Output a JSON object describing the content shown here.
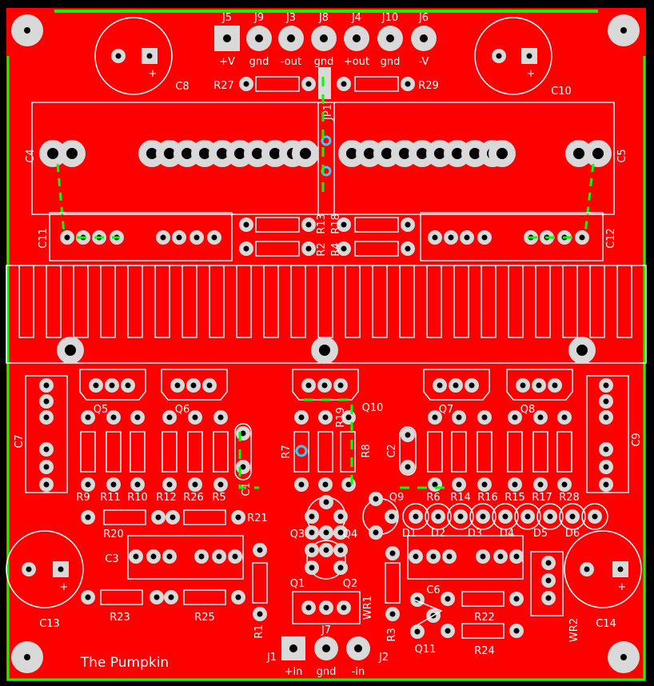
{
  "board": {
    "title": "The Pumpkin",
    "colors": {
      "copper": "#ff0000",
      "background": "#000000",
      "trace": "#00ff00",
      "silk": "#ffffff",
      "pad": "#d9d9d9",
      "via": "#33ccff"
    }
  },
  "connectors": [
    {
      "ref": "J5",
      "net": "+V"
    },
    {
      "ref": "J9",
      "net": "gnd"
    },
    {
      "ref": "J3",
      "net": "-out"
    },
    {
      "ref": "J8",
      "net": "gnd"
    },
    {
      "ref": "J4",
      "net": "+out"
    },
    {
      "ref": "J10",
      "net": "gnd"
    },
    {
      "ref": "J6",
      "net": "-V"
    }
  ],
  "input_connectors": [
    {
      "ref": "J1",
      "net": "+in"
    },
    {
      "ref": "J7",
      "net": "gnd"
    },
    {
      "ref": "J2",
      "net": "-in"
    }
  ],
  "refs": {
    "C8": "C8",
    "C10": "C10",
    "C4": "C4",
    "C5": "C5",
    "C11": "C11",
    "C12": "C12",
    "R27": "R27",
    "R29": "R29",
    "JP1": "JP1",
    "R13": "R13",
    "R18": "R18",
    "R2": "R2",
    "R4": "R4",
    "C7": "C7",
    "C9": "C9",
    "Q5": "Q5",
    "Q6": "Q6",
    "Q7": "Q7",
    "Q8": "Q8",
    "Q10": "Q10",
    "R19": "R19",
    "R7": "R7",
    "R8": "R8",
    "C2": "C2",
    "C1": "C1",
    "R9": "R9",
    "R11": "R11",
    "R10": "R10",
    "R12": "R12",
    "R26": "R26",
    "R5": "R5",
    "R6": "R6",
    "R14": "R14",
    "R16": "R16",
    "R15": "R15",
    "R17": "R17",
    "R28": "R28",
    "Q9": "Q9",
    "Q3": "Q3",
    "Q4": "Q4",
    "Q1": "Q1",
    "Q2": "Q2",
    "D1": "D1",
    "D2": "D2",
    "D3": "D3",
    "D4": "D4",
    "D5": "D5",
    "D6": "D6",
    "R20": "R20",
    "R21": "R21",
    "C3": "C3",
    "C13": "C13",
    "C14": "C14",
    "R23": "R23",
    "R25": "R25",
    "R1": "R1",
    "R3": "R3",
    "WR1": "WR1",
    "WR2": "WR2",
    "C6": "C6",
    "R22": "R22",
    "R24": "R24",
    "Q11": "Q11"
  },
  "polarity": {
    "plus": "+"
  }
}
